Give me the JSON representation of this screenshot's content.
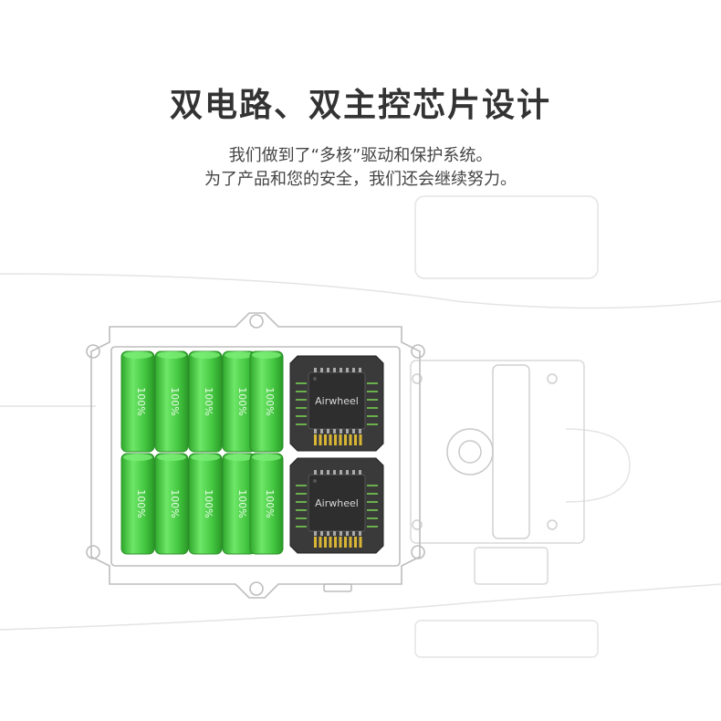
{
  "heading": "双电路、双主控芯片设计",
  "subtitle": {
    "line1": "我们做到了“多核”驱动和保护系统。",
    "line2": "为了产品和您的安全，我们还会继续努力。"
  },
  "battery": {
    "cell_label": "100%",
    "cell_color": "#4dd44a"
  },
  "chips": {
    "brand": "Airwheel",
    "pcb_color": "#3a3a3a"
  }
}
